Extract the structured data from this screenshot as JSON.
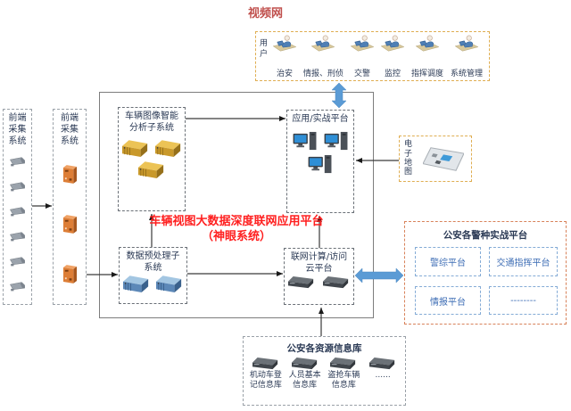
{
  "colors": {
    "title_red": "#c0504d",
    "highlight_red": "#ff1f1f",
    "dark_text": "#2b3a55",
    "platform_blue_text": "#3c6cb4",
    "blue_flow_arrow": "#5b9bd5",
    "orange_dashed_border": "#dfae52",
    "police_dashed_border": "#d8825a"
  },
  "network_title": "视频网",
  "users_box": {
    "side_label": "用户",
    "roles": [
      {
        "label": "治安",
        "icon": "user-at-computer-icon"
      },
      {
        "label": "情报、刑侦",
        "icon": "user-at-computer-icon"
      },
      {
        "label": "交警",
        "icon": "user-at-computer-icon"
      },
      {
        "label": "监控",
        "icon": "user-at-computer-icon"
      },
      {
        "label": "指挥调度",
        "icon": "user-at-computer-icon"
      },
      {
        "label": "系统管理",
        "icon": "user-at-computer-icon"
      }
    ]
  },
  "frontend": {
    "camera_column": {
      "label": "前端采集系统",
      "icon": "cctv-camera-icon",
      "icon_count": 6
    },
    "server_column": {
      "label": "前端采集系统",
      "icon": "server-tower-icon",
      "icon_count": 3
    }
  },
  "main_platform": {
    "caption_line1": "车辆视图大数据深度联网应用平台",
    "caption_line2": "（神眼系统）",
    "vehicle_analysis": {
      "label": "车辆图像智能分析子系统",
      "icon": "rack-server-gold-icon",
      "icon_count": 3
    },
    "app_platform": {
      "label": "应用/实战平台",
      "icon": "desktop-computer-icon",
      "icon_count": 3
    },
    "preprocess": {
      "label": "数据预处理子系统",
      "icon": "rack-server-blue-icon",
      "icon_count": 2
    },
    "cloud": {
      "label": "联网计算/访问云平台",
      "icon": "flat-server-icon",
      "icon_count": 2
    }
  },
  "emap_box": {
    "label": "电子地图",
    "icon": "map-icon"
  },
  "police_platforms": {
    "title": "公安各警种实战平台",
    "items": [
      {
        "label": "警综平台"
      },
      {
        "label": "交通指挥平台"
      },
      {
        "label": "情报平台"
      },
      {
        "label": "--------"
      }
    ]
  },
  "resource_db": {
    "title": "公安各资源信息库",
    "items": [
      {
        "label": "机动车登记信息库",
        "icon": "database-disk-icon"
      },
      {
        "label": "人员基本信息库",
        "icon": "database-disk-icon"
      },
      {
        "label": "盗抢车辆信息库",
        "icon": "database-disk-icon"
      },
      {
        "label": "......",
        "icon": "database-disk-icon"
      }
    ]
  }
}
